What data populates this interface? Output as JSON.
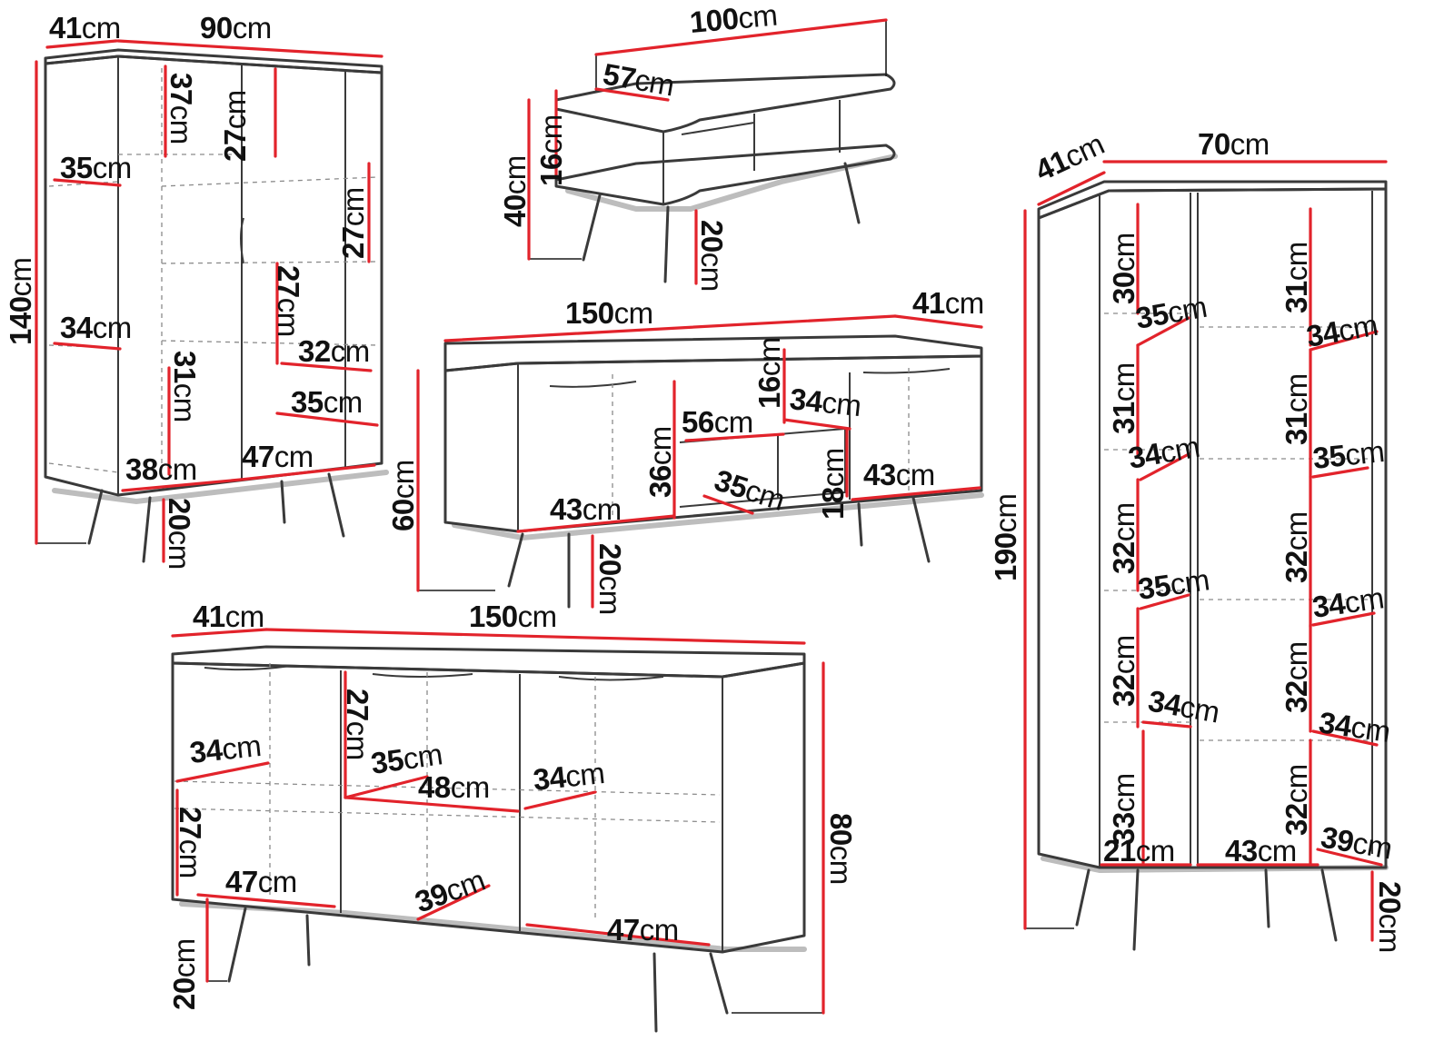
{
  "colors": {
    "dimension_line": "#e2232b",
    "outline": "#3a3a3a",
    "text": "#111111"
  },
  "unit": "cm",
  "labels": [
    {
      "id": "vitrine-depth",
      "value": "41"
    },
    {
      "id": "vitrine-width",
      "value": "90"
    },
    {
      "id": "vitrine-height",
      "value": "140"
    },
    {
      "id": "vitrine-shelf-top-left",
      "value": "35"
    },
    {
      "id": "vitrine-shelf-mid-left",
      "value": "34"
    },
    {
      "id": "vitrine-gap-top-left",
      "value": "37"
    },
    {
      "id": "vitrine-gap-top-right",
      "value": "27"
    },
    {
      "id": "vitrine-gap-right-1",
      "value": "27"
    },
    {
      "id": "vitrine-gap-right-2",
      "value": "27"
    },
    {
      "id": "vitrine-shelf-right-1",
      "value": "32"
    },
    {
      "id": "vitrine-shelf-right-2",
      "value": "35"
    },
    {
      "id": "vitrine-gap-low-left",
      "value": "31"
    },
    {
      "id": "vitrine-base-left",
      "value": "38"
    },
    {
      "id": "vitrine-base-right",
      "value": "47"
    },
    {
      "id": "vitrine-leg",
      "value": "20"
    },
    {
      "id": "table-length",
      "value": "100"
    },
    {
      "id": "table-depth",
      "value": "57"
    },
    {
      "id": "table-height",
      "value": "40"
    },
    {
      "id": "table-shelf-gap",
      "value": "16"
    },
    {
      "id": "table-leg",
      "value": "20"
    },
    {
      "id": "tv-width",
      "value": "150"
    },
    {
      "id": "tv-depth",
      "value": "41"
    },
    {
      "id": "tv-height",
      "value": "60"
    },
    {
      "id": "tv-top-gap",
      "value": "16"
    },
    {
      "id": "tv-niche-width",
      "value": "56"
    },
    {
      "id": "tv-right-shelf",
      "value": "34"
    },
    {
      "id": "tv-left-height",
      "value": "36"
    },
    {
      "id": "tv-left-width",
      "value": "43"
    },
    {
      "id": "tv-niche-depth",
      "value": "35"
    },
    {
      "id": "tv-niche-height",
      "value": "18"
    },
    {
      "id": "tv-right-width",
      "value": "43"
    },
    {
      "id": "tv-leg",
      "value": "20"
    },
    {
      "id": "sideboard-depth",
      "value": "41"
    },
    {
      "id": "sideboard-width",
      "value": "150"
    },
    {
      "id": "sideboard-height",
      "value": "80"
    },
    {
      "id": "sideboard-shelf-left",
      "value": "34"
    },
    {
      "id": "sideboard-gap-mid",
      "value": "27"
    },
    {
      "id": "sideboard-shelf-mid",
      "value": "35"
    },
    {
      "id": "sideboard-mid-width",
      "value": "48"
    },
    {
      "id": "sideboard-shelf-right",
      "value": "34"
    },
    {
      "id": "sideboard-gap-left",
      "value": "27"
    },
    {
      "id": "sideboard-base-left",
      "value": "47"
    },
    {
      "id": "sideboard-base-mid",
      "value": "39"
    },
    {
      "id": "sideboard-base-right",
      "value": "47"
    },
    {
      "id": "sideboard-leg",
      "value": "20"
    },
    {
      "id": "wardrobe-depth",
      "value": "41"
    },
    {
      "id": "wardrobe-width",
      "value": "70"
    },
    {
      "id": "wardrobe-height",
      "value": "190"
    },
    {
      "id": "wardrobe-gap-l1",
      "value": "30"
    },
    {
      "id": "wardrobe-shelf-l1",
      "value": "35"
    },
    {
      "id": "wardrobe-gap-l2",
      "value": "31"
    },
    {
      "id": "wardrobe-shelf-l2",
      "value": "34"
    },
    {
      "id": "wardrobe-gap-l3",
      "value": "32"
    },
    {
      "id": "wardrobe-shelf-l3",
      "value": "35"
    },
    {
      "id": "wardrobe-gap-l4",
      "value": "32"
    },
    {
      "id": "wardrobe-shelf-l4",
      "value": "34"
    },
    {
      "id": "wardrobe-gap-l5",
      "value": "33"
    },
    {
      "id": "wardrobe-base-l",
      "value": "21"
    },
    {
      "id": "wardrobe-gap-r1",
      "value": "31"
    },
    {
      "id": "wardrobe-shelf-r1",
      "value": "34"
    },
    {
      "id": "wardrobe-gap-r2",
      "value": "31"
    },
    {
      "id": "wardrobe-shelf-r2",
      "value": "35"
    },
    {
      "id": "wardrobe-gap-r3",
      "value": "32"
    },
    {
      "id": "wardrobe-shelf-r3",
      "value": "34"
    },
    {
      "id": "wardrobe-gap-r4",
      "value": "32"
    },
    {
      "id": "wardrobe-shelf-r4",
      "value": "34"
    },
    {
      "id": "wardrobe-gap-r5",
      "value": "32"
    },
    {
      "id": "wardrobe-base-mid",
      "value": "43"
    },
    {
      "id": "wardrobe-base-r",
      "value": "39"
    },
    {
      "id": "wardrobe-leg",
      "value": "20"
    }
  ]
}
